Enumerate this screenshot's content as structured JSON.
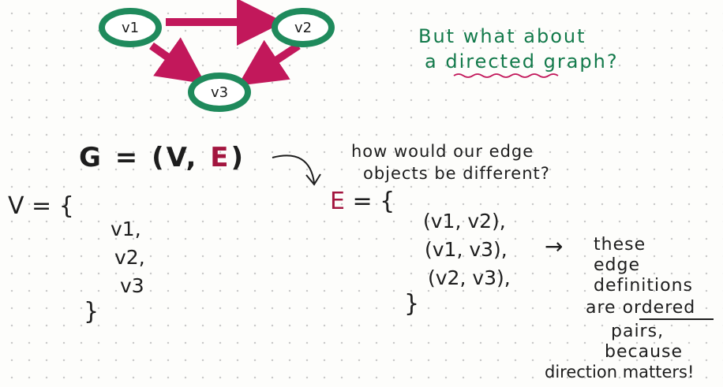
{
  "graph": {
    "nodes": [
      {
        "id": "v1",
        "label": "v1"
      },
      {
        "id": "v2",
        "label": "v2"
      },
      {
        "id": "v3",
        "label": "v3"
      }
    ],
    "edges": [
      {
        "from": "v1",
        "to": "v2"
      },
      {
        "from": "v1",
        "to": "v3"
      },
      {
        "from": "v2",
        "to": "v3"
      }
    ],
    "colors": {
      "node_ring": "#1f8a5c",
      "edge": "#c2185b"
    }
  },
  "question": {
    "line1": "But what about",
    "line2_prefix": "a",
    "line2_emph": "directed",
    "line2_suffix": "graph?"
  },
  "definition": {
    "g": "G = (V, ",
    "e": "E",
    "close": ")"
  },
  "note": {
    "line1": "how would our edge",
    "line2": "objects be different?"
  },
  "vertex_set": {
    "open": "V = {",
    "items": [
      "v1,",
      "v2,",
      "v3"
    ],
    "close": "}"
  },
  "edge_set": {
    "label": "E",
    "eq": " = {",
    "items": [
      "(v1, v2),",
      "(v1, v3),",
      "(v2, v3),"
    ],
    "close": "}"
  },
  "explanation": {
    "arrow": "→",
    "lines": [
      "these",
      "edge",
      "definitions"
    ],
    "line_are": "are",
    "line_ordered": "ordered",
    "line_pairs": "pairs,",
    "line_because": "because",
    "line_direction": "direction matters!"
  }
}
